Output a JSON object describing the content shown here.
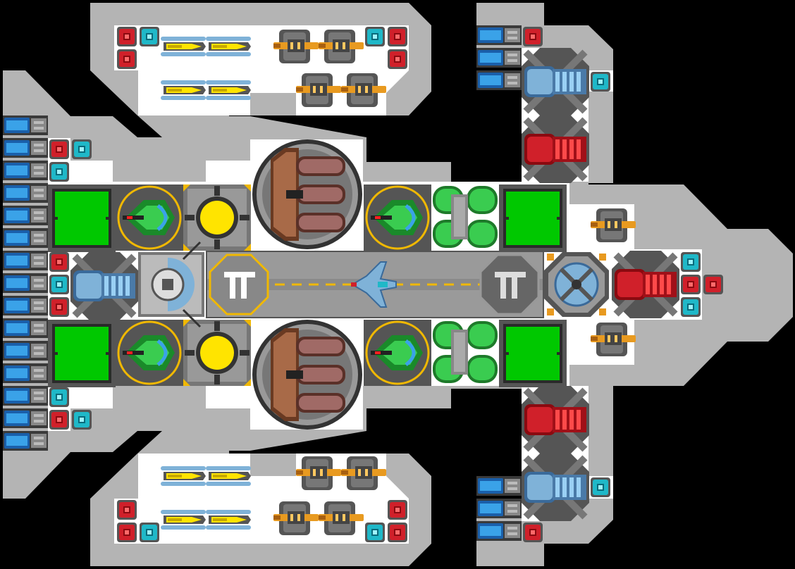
{
  "ship": {
    "colors": {
      "background": "#000000",
      "hull": "#b4b4b4",
      "interior": "#ffffff",
      "frame": "#555555",
      "frame_dark": "#3a3a3a",
      "red_block": "#d0202a",
      "cyan_block": "#1fb8c8",
      "yellow": "#ffe400",
      "green": "#00c800",
      "orange": "#e89a20",
      "steel_blue": "#7fb2d8",
      "brown": "#7a4a30",
      "runway": "#9a9a9a",
      "runway_line": "#f0b800"
    },
    "parts": {
      "thrusters": "blue-thruster",
      "red_block": "red-block",
      "cyan_block": "cyan-block",
      "yellow_missile": "yellow-missile-launcher",
      "orange_cannon": "orange-cannon",
      "green_turret": "green-turret",
      "yellow_core": "yellow-reactor-core",
      "green_cargo": "green-cargo-container",
      "green_tanks": "green-fuel-tanks",
      "brown_cannon": "brown-heavy-cannon",
      "blue_engine": "blue-engine",
      "red_engine": "red-engine",
      "dish": "dish-module",
      "hangar": "hangar-runway",
      "fighter": "docked-fighter",
      "helipad": "landing-pad",
      "hub": "octagon-hub"
    }
  }
}
